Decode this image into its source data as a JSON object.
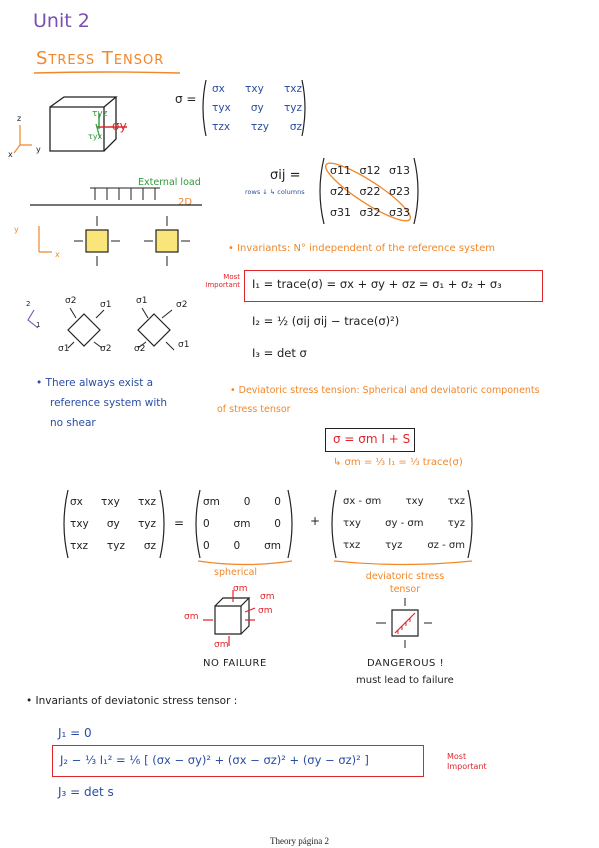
{
  "unit_title": "Unit 2",
  "section_title": "Stress Tensor",
  "sigma_eq": "σ =",
  "matrix1": [
    [
      "σx",
      "τxy",
      "τxz"
    ],
    [
      "τyx",
      "σy",
      "τyz"
    ],
    [
      "τzx",
      "τzy",
      "σz"
    ]
  ],
  "cube_labels": {
    "tyz": "τyz",
    "tyx": "τyx",
    "sy": "σy",
    "z": "z",
    "x": "x",
    "y": "y"
  },
  "sigma_ij": "σij =",
  "rows_columns": "rows ↓ ↳ columns",
  "matrix2": [
    [
      "σ11",
      "σ12",
      "σ13"
    ],
    [
      "σ21",
      "σ22",
      "σ23"
    ],
    [
      "σ31",
      "σ32",
      "σ33"
    ]
  ],
  "external_load": "External load",
  "label_2d": "2D",
  "axis_y": "y",
  "axis_x": "x",
  "rot_labels": {
    "a": "σ2",
    "b": "σ1",
    "c": "σ1",
    "d": "σ2",
    "e": "σ1",
    "f": "σ2",
    "g": "σ2",
    "h": "σ1",
    "ax1": "2",
    "ax2": "1"
  },
  "invariants_title": "• Invariants: N° independent of the reference system",
  "most_important": "Most Important",
  "i1_eq": "I₁ = trace(σ) = σx + σy + σz = σ₁ + σ₂ + σ₃",
  "i2_eq": "I₂ = ½ (σij σij − trace(σ)²)",
  "i3_eq": "I₃ = det σ",
  "no_shear_note": [
    "• There always exist a",
    "reference system with",
    "no shear"
  ],
  "deviatoric_title": "• Deviatoric stress tension: Spherical and deviatoric components",
  "deviatoric_title2": "of stress tensor",
  "decomp_eq": "σ = σm I + S",
  "sigma_m_eq": "↳ σm = ⅓ I₁ = ⅓ trace(σ)",
  "matrix3": [
    [
      "σx",
      "τxy",
      "τxz"
    ],
    [
      "τxy",
      "σy",
      "τyz"
    ],
    [
      "τxz",
      "τyz",
      "σz"
    ]
  ],
  "matrix4": [
    [
      "σm",
      "0",
      "0"
    ],
    [
      "0",
      "σm",
      "0"
    ],
    [
      "0",
      "0",
      "σm"
    ]
  ],
  "matrix5": [
    [
      "σx - σm",
      "τxy",
      "τxz"
    ],
    [
      "τxy",
      "σy - σm",
      "τyz"
    ],
    [
      "τxz",
      "τyz",
      "σz - σm"
    ]
  ],
  "eq_sign": "=",
  "plus_sign": "+",
  "spherical": "spherical",
  "deviatoric_label": [
    "deviatoric stress",
    "tensor"
  ],
  "sm_labels": {
    "a": "σm",
    "b": "σm",
    "c": "σm",
    "d": "σm",
    "e": "σm"
  },
  "no_failure": "NO FAILURE",
  "dangerous": "DANGEROUS !",
  "must_lead": "must lead to failure",
  "invariants_dev_title": "• Invariants of deviatonic stress tensor :",
  "j1_eq": "J₁ = 0",
  "j2_eq": "J₂ − ⅓ I₁² = ⅙ [ (σx − σy)² + (σx − σz)² + (σy − σz)² ]",
  "j3_eq": "J₃ = det s",
  "most_important_2": "Most Important",
  "footer": "Theory página 2",
  "colors": {
    "purple": "#7a4fb3",
    "orange": "#f2872a",
    "blue": "#2a4ea3",
    "green": "#2f9a3a",
    "red": "#e0252b",
    "yellow": "#f5d31f"
  }
}
